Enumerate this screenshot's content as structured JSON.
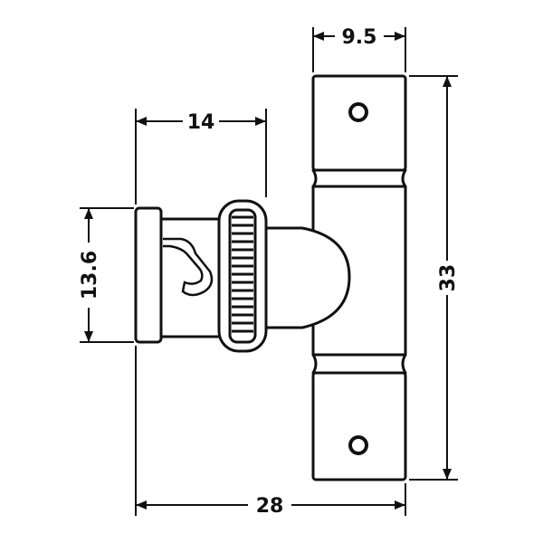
{
  "diagram": {
    "dimensions": {
      "top_width": "9.5",
      "plug_length": "14",
      "plug_diameter": "13.6",
      "body_height": "33",
      "overall_width": "28"
    },
    "colors": {
      "ink": "#111111",
      "paper": "#ffffff"
    }
  }
}
